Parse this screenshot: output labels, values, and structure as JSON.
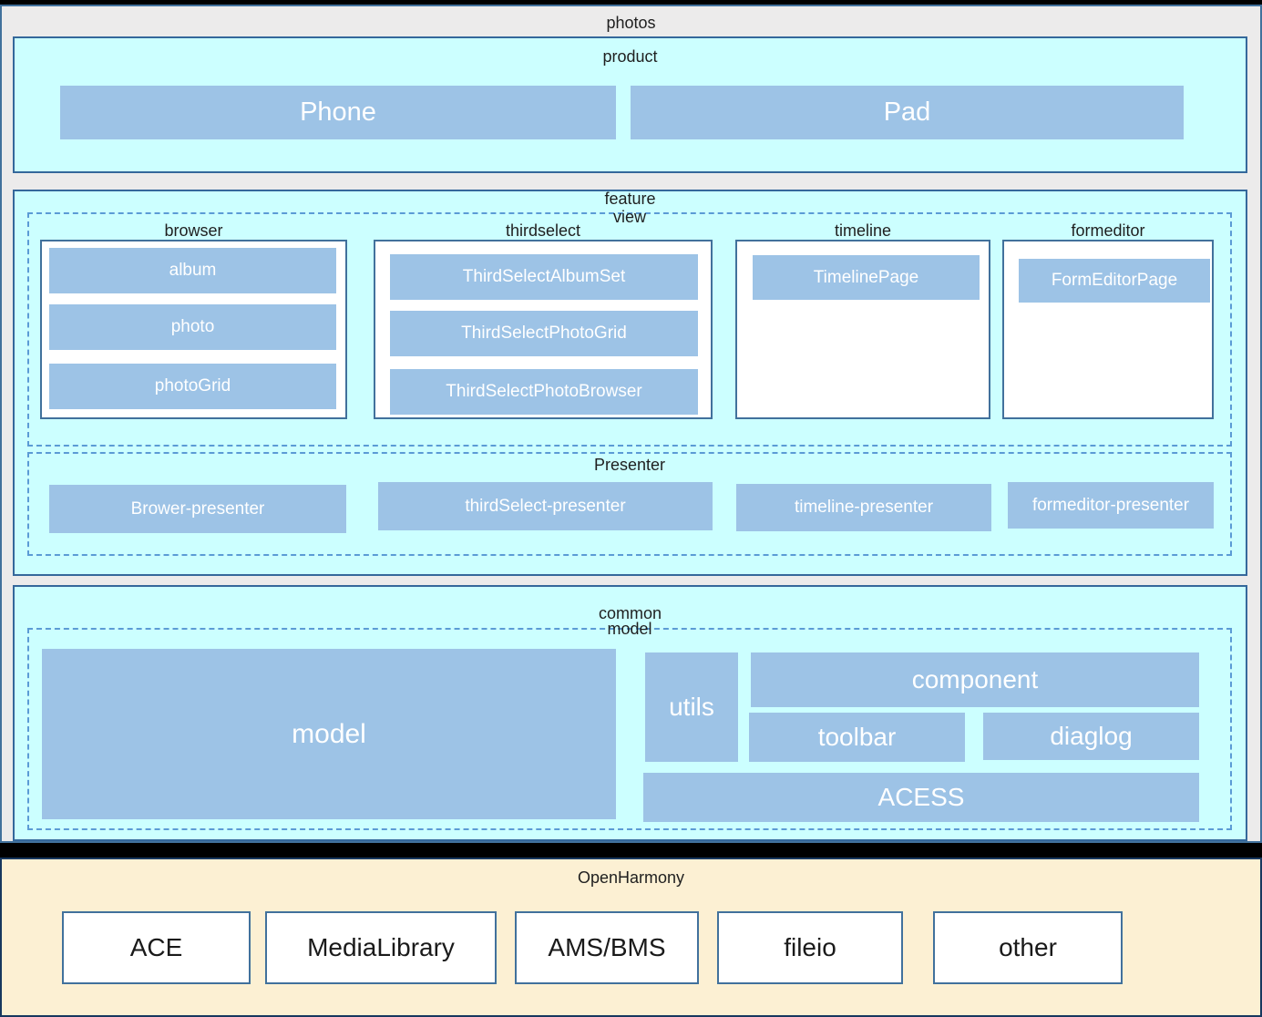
{
  "title": "photos",
  "product": {
    "label": "product",
    "items": [
      "Phone",
      "Pad"
    ]
  },
  "feature": {
    "label": "feature",
    "view": {
      "label": "view",
      "browser": {
        "label": "browser",
        "items": [
          "album",
          "photo",
          "photoGrid"
        ]
      },
      "thirdselect": {
        "label": "thirdselect",
        "items": [
          "ThirdSelectAlbumSet",
          "ThirdSelectPhotoGrid",
          "ThirdSelectPhotoBrowser"
        ]
      },
      "timeline": {
        "label": "timeline",
        "items": [
          "TimelinePage"
        ]
      },
      "formeditor": {
        "label": "formeditor",
        "items": [
          "FormEditorPage"
        ]
      }
    },
    "presenter": {
      "label": "Presenter",
      "items": [
        "Brower-presenter",
        "thirdSelect-presenter",
        "timeline-presenter",
        "formeditor-presenter"
      ]
    }
  },
  "common": {
    "label": "common",
    "model_group": {
      "label": "model",
      "model": "model",
      "utils": "utils",
      "component": "component",
      "toolbar": "toolbar",
      "diaglog": "diaglog",
      "acess": "ACESS"
    }
  },
  "openharmony": {
    "label": "OpenHarmony",
    "items": [
      "ACE",
      "MediaLibrary",
      "AMS/BMS",
      "fileio",
      "other"
    ]
  },
  "colors": {
    "page_background": "#000000",
    "photos_panel_gray": "#ECEBEB",
    "section_cyan": "#CCFFFF",
    "block_blue": "#9DC3E6",
    "solid_border_blue": "#41719C",
    "dashed_border_blue": "#5B9BD5",
    "openharmony_cream": "#FCF0D3",
    "openharmony_border_navy": "#17375E",
    "block_text_white": "#FFFFFF",
    "label_text_dark": "#1F1F1F"
  }
}
